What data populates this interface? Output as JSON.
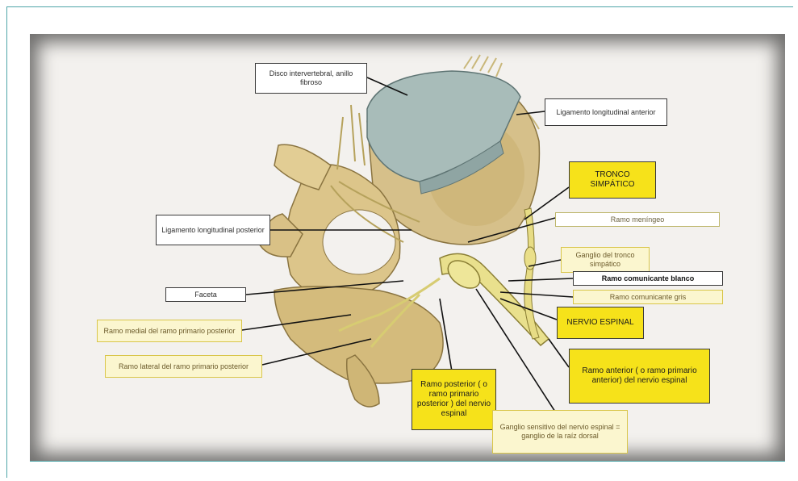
{
  "colors": {
    "frame": "#4fa5a8",
    "bone": "#d9c487",
    "disc": "#9fb6b4",
    "nerve": "#e8e08a",
    "label_yellow": "#f6e21a"
  },
  "labels": {
    "disco": "Disco intervertebral, anillo fibroso",
    "lig_anterior": "Ligamento longitudinal anterior",
    "tronco_simpatico": "TRONCO SIMPÁTICO",
    "lig_posterior": "Ligamento longitudinal posterior",
    "ramo_meningeo": "Ramo meníngeo",
    "ganglio_tronco": "Ganglio del tronco simpático",
    "ramo_blanco": "Ramo comunicante blanco",
    "ramo_gris": "Ramo comunicante gris",
    "faceta": "Faceta",
    "nervio_espinal": "NERVIO ESPINAL",
    "ramo_medial": "Ramo medial del ramo primario posterior",
    "ramo_lateral": "Ramo lateral del ramo primario posterior",
    "ramo_anterior": "Ramo anterior ( o ramo primario anterior) del nervio espinal",
    "ramo_posterior": "Ramo posterior ( o ramo primario posterior ) del nervio espinal",
    "ganglio_sensitivo": "Ganglio sensitivo del nervio espinal = ganglio de la raíz dorsal"
  }
}
